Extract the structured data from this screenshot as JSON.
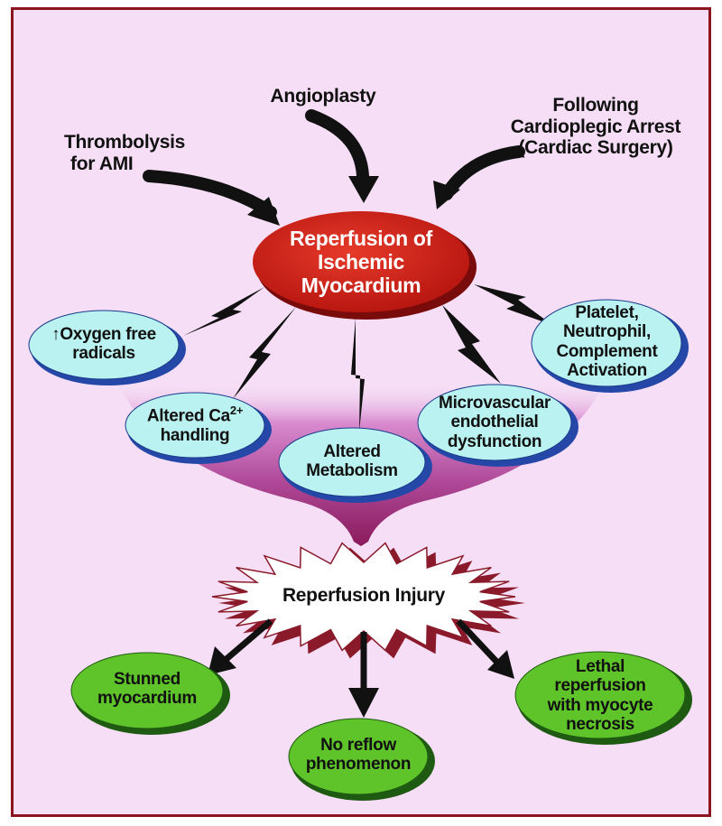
{
  "sources": {
    "thrombolysis": [
      "Thrombolysis",
      "for AMI"
    ],
    "angioplasty": "Angioplasty",
    "cardioplegic": [
      "Following",
      "Cardioplegic Arrest",
      "(Cardiac Surgery)"
    ]
  },
  "center": [
    "Reperfusion of",
    "Ischemic",
    "Myocardium"
  ],
  "mechanisms": {
    "oxygen": {
      "arrow": "↑",
      "line1": "Oxygen free",
      "line2": "radicals"
    },
    "calcium": {
      "line1": "Altered Ca",
      "sup": "2+",
      "line2": "handling"
    },
    "metabolism": [
      "Altered",
      "Metabolism"
    ],
    "microvascular": [
      "Microvascular",
      "endothelial",
      "dysfunction"
    ],
    "platelet": [
      "Platelet,",
      "Neutrophil,",
      "Complement",
      "Activation"
    ]
  },
  "injury": "Reperfusion Injury",
  "outcomes": {
    "stunned": [
      "Stunned",
      "myocardium"
    ],
    "noreflow": [
      "No reflow",
      "phenomenon"
    ],
    "lethal": [
      "Lethal",
      "reperfusion",
      "with myocyte",
      "necrosis"
    ]
  },
  "colors": {
    "background": "#f6dff6",
    "border": "#8c1420",
    "center_fill": "#d11f18",
    "mechanism_fill": "#b9f2f0",
    "mechanism_shadow": "#2548a8",
    "outcome_fill": "#5fc42a",
    "outcome_shadow": "#1f5a12",
    "funnel": "#a0307a",
    "arrow": "#111111"
  },
  "icons": {
    "source_arrows": "curved-arrow-icon",
    "bolts": "lightning-bolt-icon",
    "outcome_arrows": "down-arrow-icon"
  }
}
